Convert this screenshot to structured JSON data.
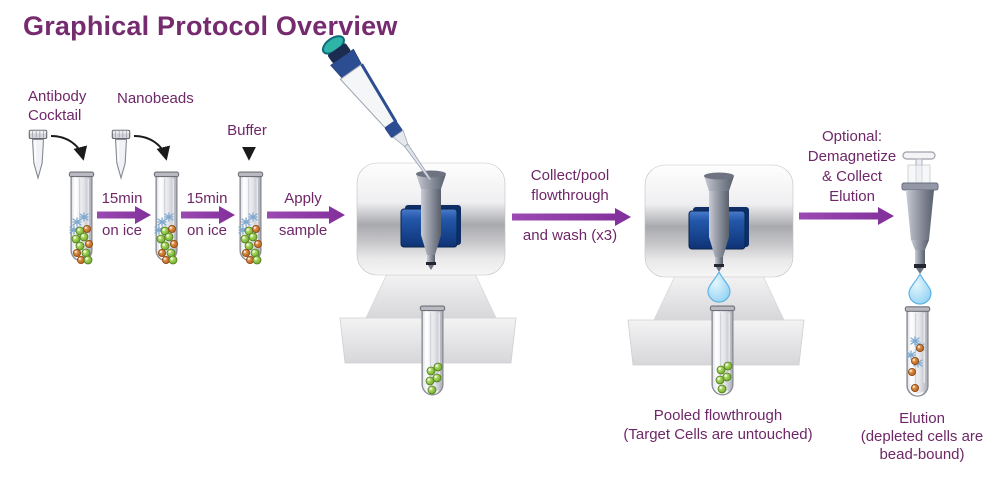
{
  "title": "Graphical Protocol Overview",
  "palette": {
    "heading_purple": "#762b6f",
    "text_purple": "#6e2767",
    "arrow_purple": "#8c3da4",
    "magnet_blue": "#1c4e9e",
    "droplet_blue": "#9ad4f4",
    "bead_green": "#7fb33c",
    "bead_orange": "#c96f2e"
  },
  "labels": {
    "antibody_cocktail": {
      "line1": "Antibody",
      "line2": "Cocktail"
    },
    "nanobeads": "Nanobeads",
    "buffer": "Buffer"
  },
  "steps": {
    "incubate1": {
      "top": "15min",
      "bottom": "on ice"
    },
    "incubate2": {
      "top": "15min",
      "bottom": "on ice"
    },
    "apply": {
      "top": "Apply",
      "bottom": "sample"
    },
    "collect": {
      "top_line1": "Collect/pool",
      "top_line2": "flowthrough",
      "bottom": "and wash (x3)"
    },
    "optional": {
      "line1": "Optional:",
      "line2": "Demagnetize",
      "line3": "& Collect",
      "line4": "Elution"
    }
  },
  "captions": {
    "pooled_flowthrough": {
      "line1": "Pooled flowthrough",
      "line2": "(Target Cells are untouched)"
    },
    "elution": {
      "line1": "Elution",
      "line2": "(depleted cells are",
      "line3": "bead-bound)"
    }
  },
  "icons": {
    "antibody_vial": "microtube-icon",
    "nanobeads_vial": "microtube-icon",
    "sample_tube": "test-tube-icon",
    "pipette": "pipette-icon",
    "separator": "magnet-stand-icon",
    "column": "separation-column-icon",
    "droplet": "droplet-icon",
    "plunger_column": "plunger-column-icon"
  }
}
